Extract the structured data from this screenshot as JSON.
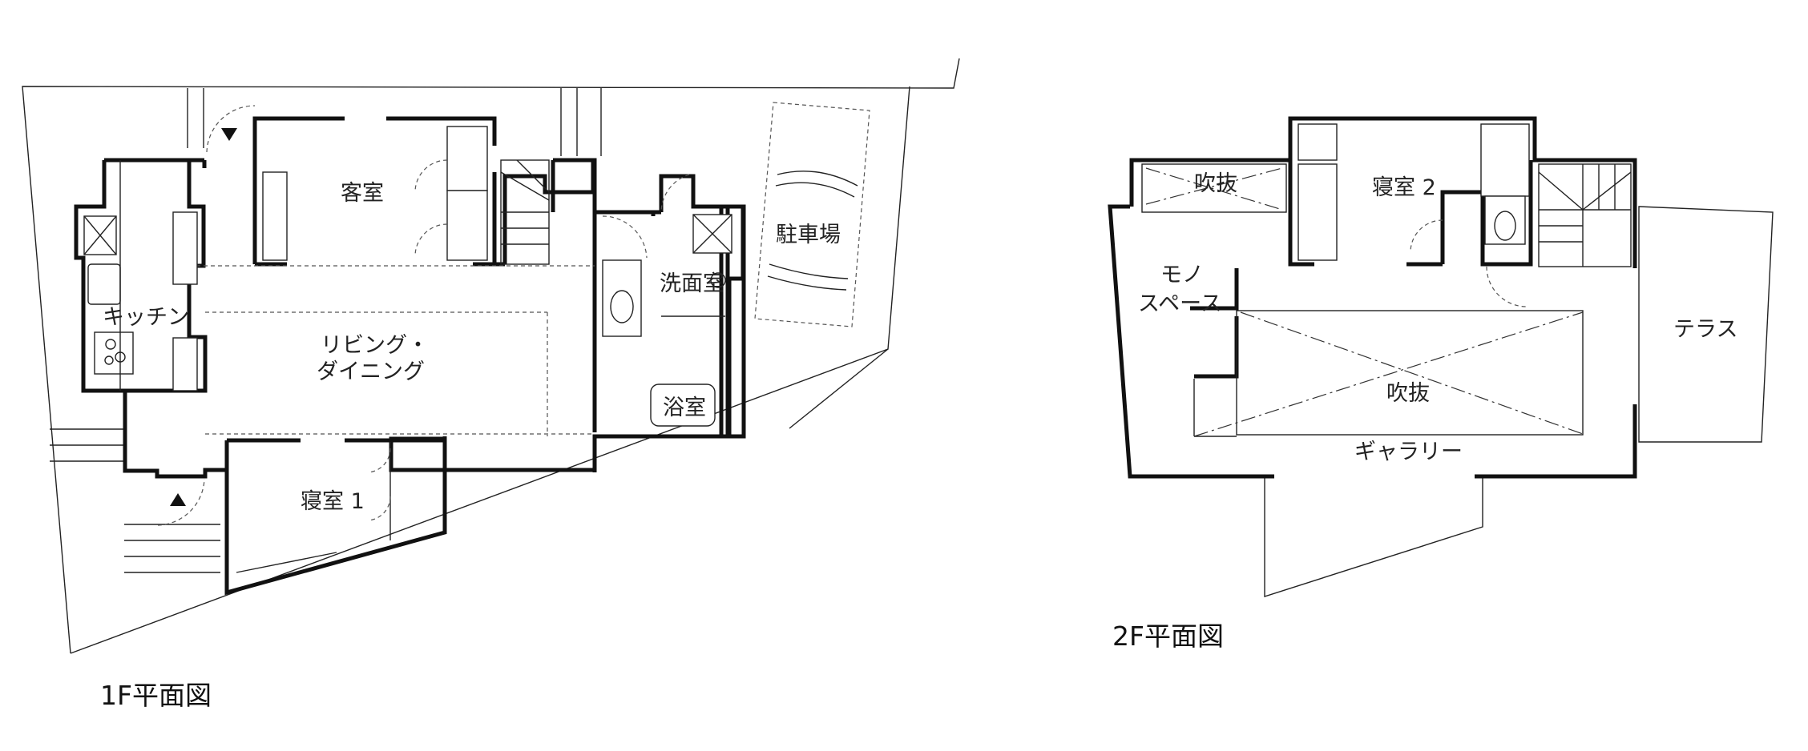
{
  "floor1": {
    "caption": "1F平面図",
    "rooms": {
      "guest_room": "客室",
      "kitchen": "キッチン",
      "living_line1": "リビング・",
      "living_line2": "ダイニング",
      "bedroom1": "寝室 1",
      "washroom": "洗面室",
      "bathroom": "浴室",
      "parking": "駐車場"
    }
  },
  "floor2": {
    "caption": "2F平面図",
    "rooms": {
      "void_top": "吹抜",
      "bedroom2": "寝室 2",
      "mono_line1": "モノ",
      "mono_line2": "スペース",
      "terrace": "テラス",
      "void_center": "吹抜",
      "gallery": "ギャラリー"
    }
  }
}
